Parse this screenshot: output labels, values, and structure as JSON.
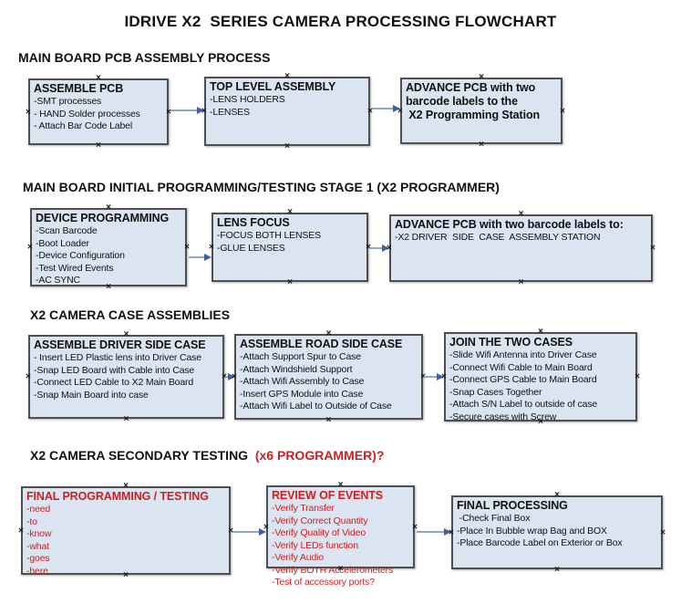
{
  "page_title": "IDRIVE X2  SERIES CAMERA PROCESSING FLOWCHART",
  "colors": {
    "box_fill": "#dbe5f1",
    "box_border": "#4f4f4f",
    "red_accent": "#cc2020",
    "arrow_line": "#92a7c6",
    "arrow_head": "#3f5f9f",
    "text": "#111111"
  },
  "sections": [
    {
      "header": "MAIN BOARD PCB ASSEMBLY PROCESS",
      "boxes": [
        {
          "title": "ASSEMBLE PCB",
          "items": [
            "-SMT processes",
            "- HAND Solder processes",
            "- Attach Bar Code Label"
          ]
        },
        {
          "title": "TOP LEVEL ASSEMBLY",
          "items": [
            "-LENS HOLDERS",
            "-LENSES"
          ]
        },
        {
          "title": "ADVANCE PCB with two\nbarcode labels to the\n X2 Programming Station",
          "items": []
        }
      ]
    },
    {
      "header": "MAIN BOARD INITIAL PROGRAMMING/TESTING STAGE 1 (X2 PROGRAMMER)",
      "boxes": [
        {
          "title": "DEVICE PROGRAMMING",
          "items": [
            "-Scan Barcode",
            "-Boot Loader",
            "-Device Configuration",
            "-Test Wired Events",
            "-AC SYNC"
          ]
        },
        {
          "title": "LENS FOCUS",
          "items": [
            "-FOCUS BOTH LENSES",
            "-GLUE LENSES"
          ]
        },
        {
          "title": "ADVANCE PCB with two barcode labels to:",
          "items": [
            "-X2 DRIVER  SIDE  CASE  ASSEMBLY STATION"
          ]
        }
      ]
    },
    {
      "header": "X2 CAMERA CASE ASSEMBLIES",
      "boxes": [
        {
          "title": "ASSEMBLE DRIVER SIDE CASE",
          "items": [
            "- Insert LED Plastic lens into Driver Case",
            "-Snap LED Board with Cable into Case",
            "-Connect LED Cable to X2 Main Board",
            "-Snap Main Board into case"
          ]
        },
        {
          "title": "ASSEMBLE ROAD SIDE CASE",
          "items": [
            "-Attach Support Spur to Case",
            "-Attach Windshield Support",
            "-Attach Wifi Assembly to Case",
            "-Insert GPS Module into Case",
            "-Attach Wifi Label to Outside of Case"
          ]
        },
        {
          "title": "JOIN THE TWO CASES",
          "items": [
            "-Slide Wifi Antenna into Driver Case",
            "-Connect Wifi Cable to Main Board",
            "-Connect GPS Cable to Main Board",
            "-Snap Cases Together",
            "-Attach S/N Label to outside of case",
            "-Secure cases with Screw"
          ]
        }
      ]
    },
    {
      "header": "X2 CAMERA SECONDARY TESTING  ",
      "header_red": "(x6 PROGRAMMER)?",
      "boxes": [
        {
          "title": "FINAL PROGRAMMING / TESTING",
          "items": [
            "-need",
            "-to",
            "-know",
            "-what",
            "-goes",
            "-here"
          ]
        },
        {
          "title": "REVIEW OF EVENTS",
          "items": [
            "-Verify Transfer",
            "-Verify Correct Quantity",
            "-Verify Quality of Video",
            "-Verify LEDs function",
            "-Verify Audio",
            "-Verify BOTH Accelerometers",
            "-Test of accessory ports?"
          ]
        },
        {
          "title": "FINAL PROCESSING",
          "items": [
            " -Check Final Box",
            "-Place In Bubble wrap Bag and BOX",
            "-Place Barcode Label on Exterior or Box"
          ]
        }
      ]
    }
  ]
}
